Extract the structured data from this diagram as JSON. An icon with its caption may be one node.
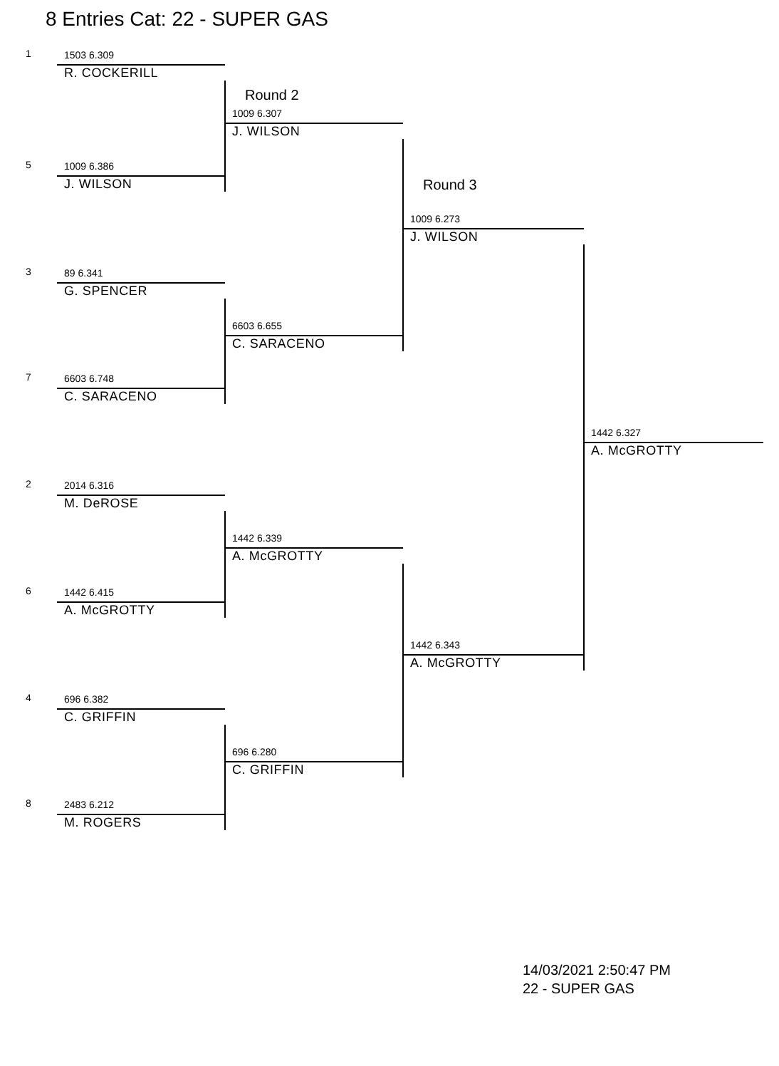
{
  "diagram": {
    "title": "8 Entries Cat: 22 - SUPER GAS",
    "nodes": [
      {
        "text": [
          "1503 6.309",
          "R. COCKERILL"
        ],
        "beside": [
          "1"
        ]
      },
      {
        "text": [
          "1009 6.386",
          "J. WILSON"
        ],
        "beside": [
          "5"
        ]
      },
      {
        "text": [
          "89 6.341",
          "G. SPENCER"
        ],
        "beside": [
          "3"
        ]
      },
      {
        "text": [
          "6603 6.748",
          "C. SARACENO"
        ],
        "beside": [
          "7"
        ]
      },
      {
        "text": [
          "2014 6.316",
          "M. DeROSE"
        ],
        "beside": [
          "2"
        ]
      },
      {
        "text": [
          "1442 6.415",
          "A. McGROTTY"
        ],
        "beside": [
          "6"
        ]
      },
      {
        "text": [
          "696 6.382",
          "C. GRIFFIN"
        ],
        "beside": [
          "4"
        ]
      },
      {
        "text": [
          "2483 6.212",
          "M. ROGERS"
        ],
        "beside": [
          "8"
        ]
      },
      {
        "text": [
          "1009 6.307",
          "J. WILSON"
        ]
      },
      {
        "text": [
          "6603 6.655",
          "C. SARACENO"
        ]
      },
      {
        "text": [
          "1442 6.339",
          "A. McGROTTY"
        ]
      },
      {
        "text": [
          "696 6.280",
          "C. GRIFFIN"
        ]
      },
      {
        "text": [
          "1009 6.273",
          "J. WILSON"
        ]
      },
      {
        "text": [
          "1442 6.343",
          "A. McGROTTY"
        ]
      },
      {
        "text": [
          "1442 6.327",
          "A. McGROTTY"
        ]
      }
    ],
    "edges": [
      {
        "from": 0,
        "to": 8,
        "arrow": "none"
      },
      {
        "from": 1,
        "to": 8,
        "arrow": "none"
      },
      {
        "from": 2,
        "to": 9,
        "arrow": "none"
      },
      {
        "from": 3,
        "to": 9,
        "arrow": "none"
      },
      {
        "from": 4,
        "to": 10,
        "arrow": "none"
      },
      {
        "from": 5,
        "to": 10,
        "arrow": "none"
      },
      {
        "from": 6,
        "to": 11,
        "arrow": "none"
      },
      {
        "from": 7,
        "to": 11,
        "arrow": "none"
      },
      {
        "from": 8,
        "to": 12,
        "arrow": "none"
      },
      {
        "from": 9,
        "to": 12,
        "arrow": "none"
      },
      {
        "from": 10,
        "to": 13,
        "arrow": "none"
      },
      {
        "from": 11,
        "to": 13,
        "arrow": "none"
      },
      {
        "from": 12,
        "to": 14,
        "arrow": "none"
      },
      {
        "from": 13,
        "to": 14,
        "arrow": "none"
      }
    ],
    "labels": [
      "Round 2",
      "Round 3",
      "14/03/2021 2:50:47 PM",
      "22 - SUPER GAS"
    ]
  }
}
